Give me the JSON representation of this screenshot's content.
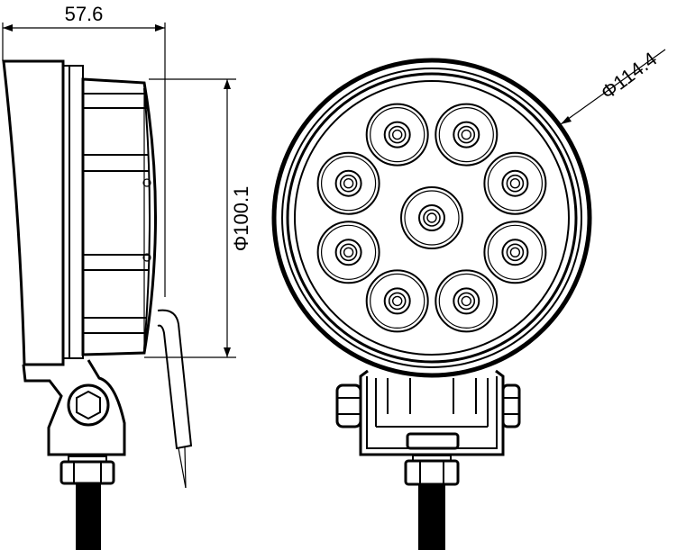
{
  "dimensions": {
    "depth_label": "57.6",
    "lens_diameter_label": "Φ100.1",
    "housing_diameter_label": "Φ114.4"
  },
  "front_view": {
    "led_count": 9
  }
}
